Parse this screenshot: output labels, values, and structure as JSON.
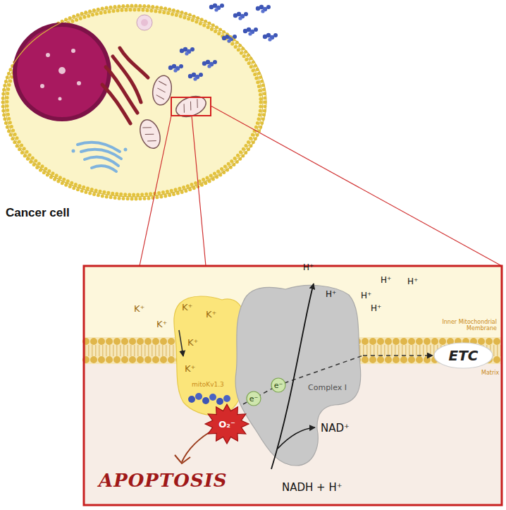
{
  "diagram": {
    "nodes": [
      {
        "text": [
          "Cancer cell"
        ]
      },
      {
        "text": [
          "mitoKv1.3"
        ]
      },
      {
        "text": [
          "Complex I"
        ]
      },
      {
        "text": [
          "e⁻"
        ]
      },
      {
        "text": [
          "e⁻"
        ]
      },
      {
        "text": [
          "O₂⁻"
        ]
      },
      {
        "text": [
          "ETC"
        ]
      }
    ],
    "edges": [
      {
        "from": 2,
        "to": 6,
        "arrow": "to"
      }
    ],
    "labels": [
      "K⁺",
      "K⁺",
      "K⁺",
      "K⁺",
      "K⁺",
      "K⁺",
      "H⁺",
      "H⁺",
      "H⁺",
      "H⁺",
      "H⁺",
      "H⁺",
      "Inner Mitochondrial Membrane",
      "Matrix",
      "NAD⁺",
      "NADH + H⁺",
      "APOPTOSIS"
    ]
  }
}
